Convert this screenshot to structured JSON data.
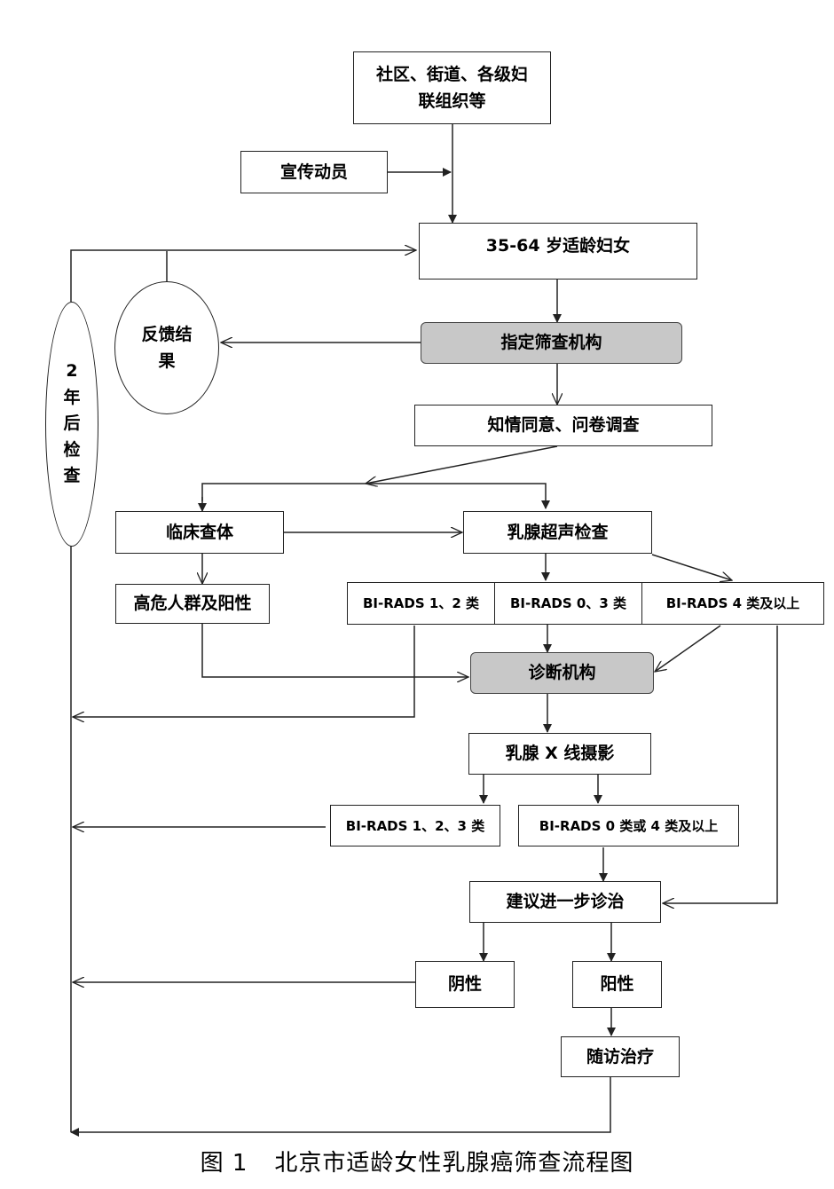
{
  "nodes": {
    "org": "社区、街道、各级妇联组织等",
    "publicity": "宣传动员",
    "women": "35-64 岁适龄妇女",
    "feedback": "反馈结果",
    "two_year": "2年后检查",
    "designated": "指定筛查机构",
    "consent": "知情同意、问卷调查",
    "clinical": "临床查体",
    "ultrasound": "乳腺超声检查",
    "high_risk": "高危人群及阳性",
    "birads_12": "BI-RADS 1、2 类",
    "birads_03": "BI-RADS 0、3 类",
    "birads_4": "BI-RADS 4 类及以上",
    "diagnosis": "诊断机构",
    "xray": "乳腺 X 线摄影",
    "birads_123": "BI-RADS 1、2、3 类",
    "birads_0_4": "BI-RADS 0 类或 4 类及以上",
    "further": "建议进一步诊治",
    "negative": "阴性",
    "positive": "阳性",
    "followup": "随访治疗"
  },
  "caption": {
    "figure_label": "图 1",
    "title": "北京市适龄女性乳腺癌筛查流程图"
  },
  "colors": {
    "gray_box": "#c8c8c8",
    "line": "#222222"
  }
}
